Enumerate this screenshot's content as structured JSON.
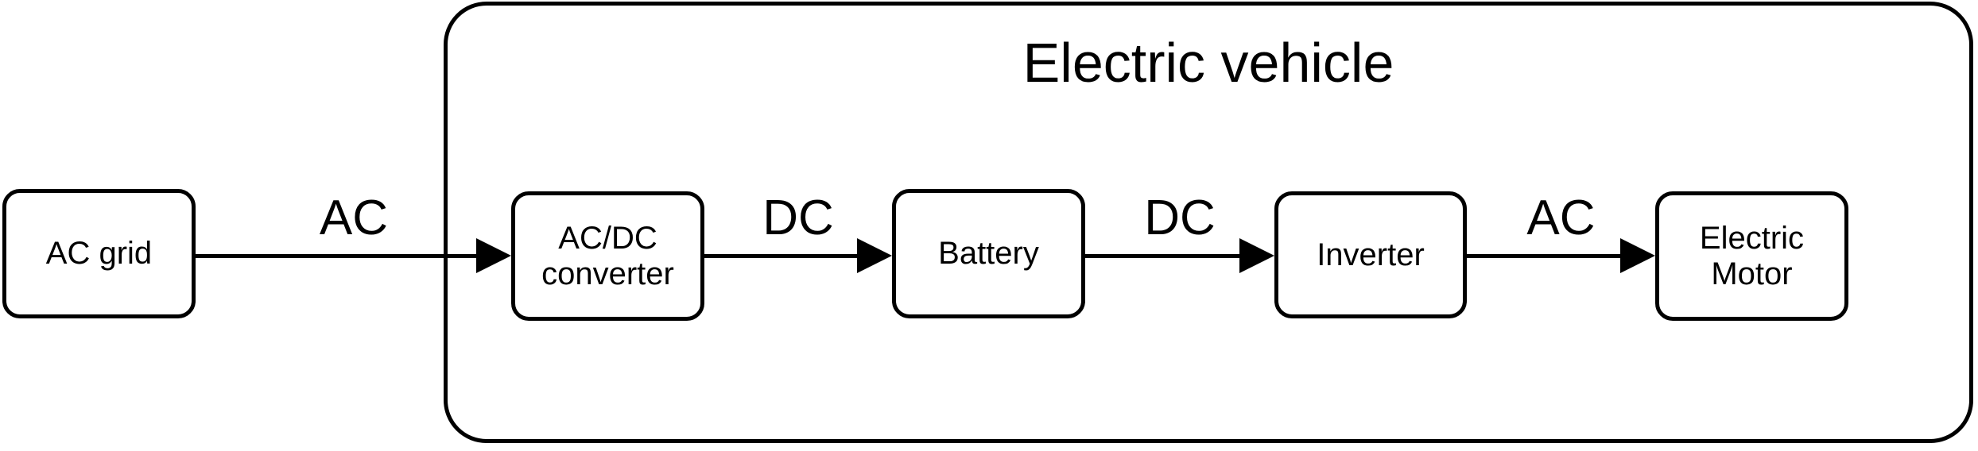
{
  "diagram": {
    "title_visible": "Electric vehicle",
    "background_color": "#ffffff",
    "line_color": "#000000",
    "container": {
      "label": "Electric vehicle"
    },
    "nodes": [
      {
        "id": "ac-grid",
        "label": "AC grid"
      },
      {
        "id": "acdc-converter",
        "label": "AC/DC\nconverter"
      },
      {
        "id": "battery",
        "label": "Battery"
      },
      {
        "id": "inverter",
        "label": "Inverter"
      },
      {
        "id": "electric-motor",
        "label": "Electric\nMotor"
      }
    ],
    "edges": [
      {
        "id": "edge-1",
        "from": "ac-grid",
        "to": "acdc-converter",
        "label": "AC"
      },
      {
        "id": "edge-2",
        "from": "acdc-converter",
        "to": "battery",
        "label": "DC"
      },
      {
        "id": "edge-3",
        "from": "battery",
        "to": "inverter",
        "label": "DC"
      },
      {
        "id": "edge-4",
        "from": "inverter",
        "to": "electric-motor",
        "label": "AC"
      }
    ]
  }
}
